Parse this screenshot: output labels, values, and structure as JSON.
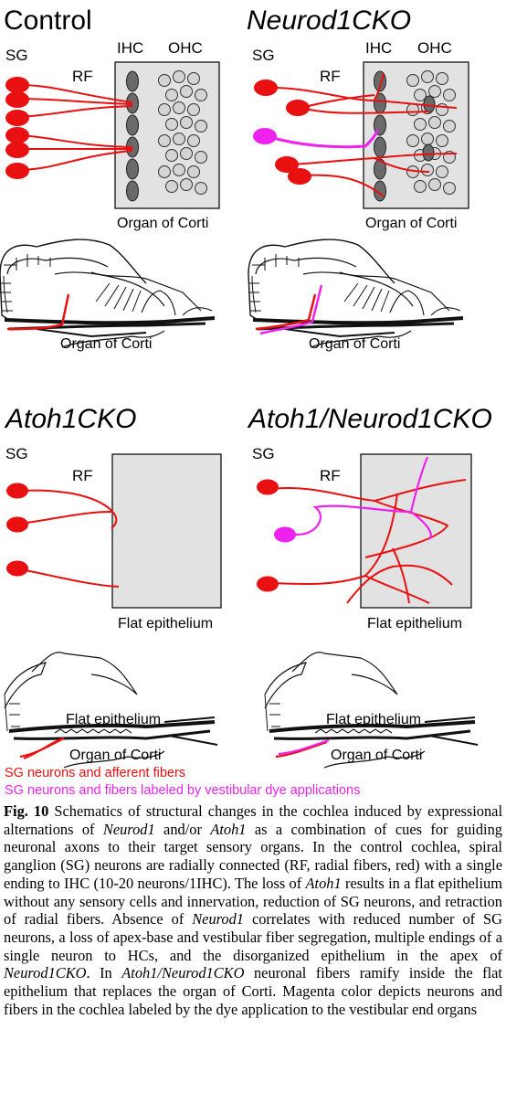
{
  "panels": [
    {
      "title": "Control",
      "organ_label": "Organ of Corti",
      "section_label": "Organ of Corti"
    },
    {
      "title": "Neurod1CKO",
      "organ_label": "Organ of Corti",
      "section_label": "Organ of Corti"
    },
    {
      "title": "Atoh1CKO",
      "organ_label": "Flat epithelium",
      "section_label_1": "Flat epithelium",
      "section_label_2": "Organ of Corti"
    },
    {
      "title": "Atoh1/Neurod1CKO",
      "organ_label": "Flat epithelium",
      "section_label_1": "Flat epithelium",
      "section_label_2": "Organ of Corti"
    }
  ],
  "labels": {
    "sg": "SG",
    "rf": "RF",
    "ihc": "IHC",
    "ohc": "OHC"
  },
  "legend": {
    "red": "SG neurons and afferent fibers",
    "magenta": "SG neurons and fibers labeled by vestibular dye applications"
  },
  "colors": {
    "red": "#e81010",
    "magenta": "#ee22ee",
    "box": "#e2e2e2",
    "dark_hc": "#666666",
    "light_hc": "#d4d4d4"
  },
  "caption": {
    "fig_label": "Fig. 10",
    "s1": "Schematics of structural changes in the cochlea induced by expressional alternations of",
    "g1": "Neurod1",
    "s2": "and/or",
    "g2": "Atoh1",
    "s3": "as a combination of cues for guiding neuronal axons to their target sensory organs. In the control cochlea, spiral ganglion (SG) neurons are radially connected (RF, radial fibers, red) with a single ending to IHC (10-20 neurons/1IHC). The loss of",
    "g3": "Atoh1",
    "s4": "results in a flat epithelium without any sensory cells and innervation, reduction of SG neurons, and retraction of radial fibers. Absence of",
    "g4": "Neurod1",
    "s5": "correlates with reduced number of SG neurons, a loss of apex-base and vestibular fiber segregation, multiple endings of a single neuron to HCs, and the disorganized epithelium in the apex of",
    "g5": "Neurod1CKO",
    "s6": ". In",
    "g6": "Atoh1/Neurod1CKO",
    "s7": "neuronal fibers ramify inside the flat epithelium that replaces the organ of Corti. Magenta color depicts neurons and fibers in the cochlea labeled by the dye application to the vestibular end organs"
  }
}
